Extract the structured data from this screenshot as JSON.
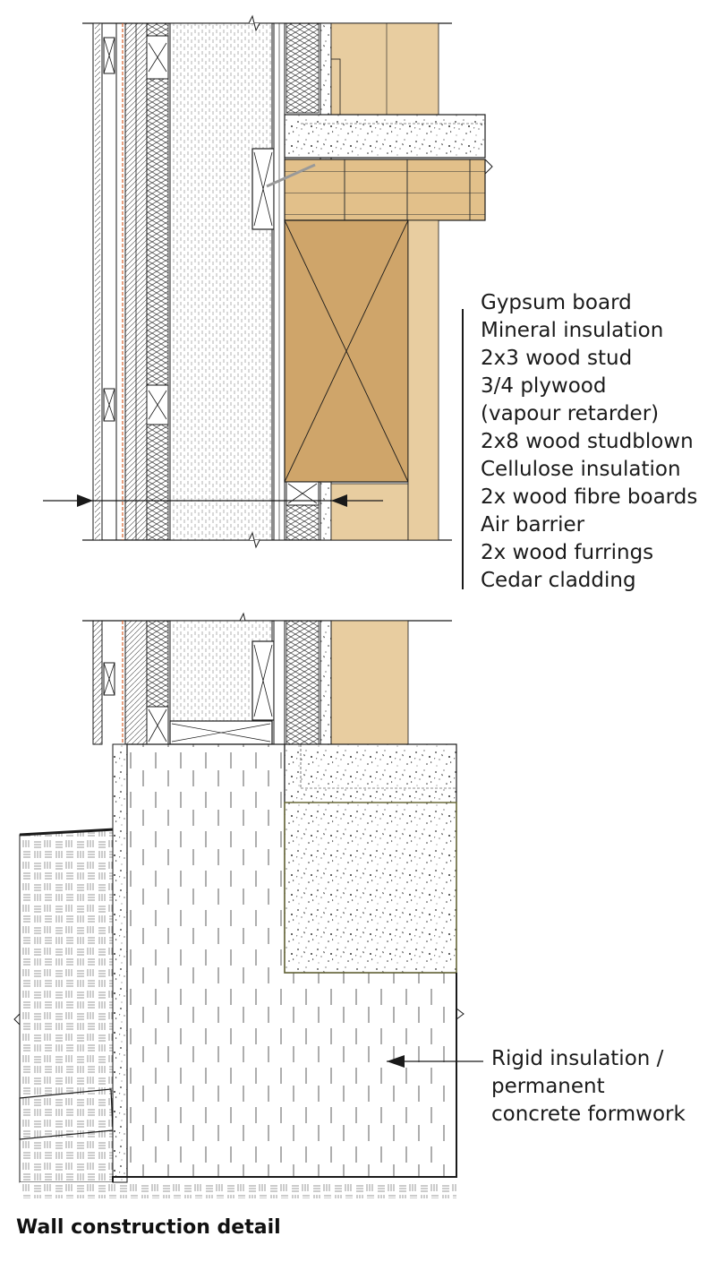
{
  "layer_labels": [
    "Gypsum board",
    "Mineral insulation",
    "2x3 wood stud",
    "3/4 plywood",
    "(vapour retarder)",
    "2x8 wood studblown",
    "Cellulose insulation",
    "2x wood fibre boards",
    "Air barrier",
    "2x wood furrings",
    "Cedar cladding"
  ],
  "foundation_label": {
    "line1": "Rigid insulation /",
    "line2": "permanent",
    "line3": "concrete formwork"
  },
  "caption": "Wall construction detail",
  "colors": {
    "wood_light": "#e8cda0",
    "wood_dark": "#cfa56a",
    "line": "#1a1a1a",
    "vapour_retarder": "#d9602a"
  }
}
